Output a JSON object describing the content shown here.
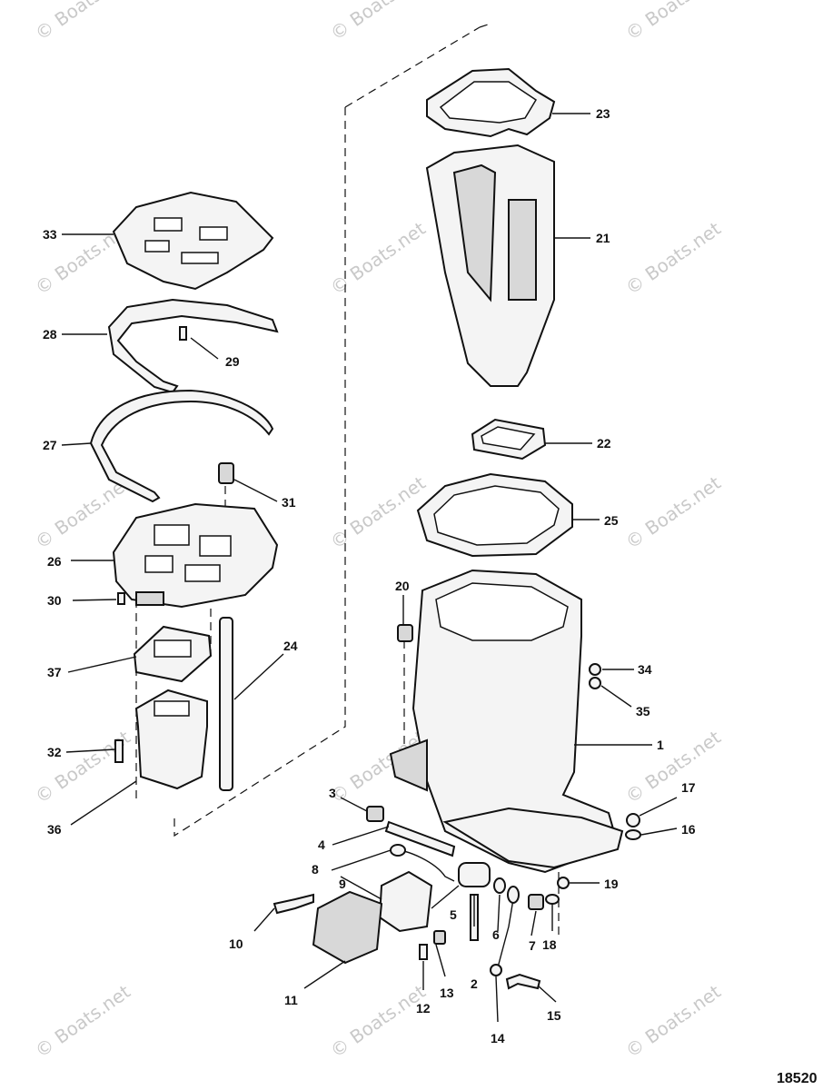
{
  "figure_number": "18520",
  "watermark_text": "© Boats.net",
  "callouts": [
    "1",
    "2",
    "3",
    "4",
    "5",
    "6",
    "7",
    "8",
    "9",
    "10",
    "11",
    "12",
    "13",
    "14",
    "15",
    "16",
    "17",
    "18",
    "19",
    "20",
    "21",
    "22",
    "23",
    "24",
    "25",
    "26",
    "27",
    "28",
    "29",
    "30",
    "31",
    "32",
    "33",
    "34",
    "35",
    "36",
    "37"
  ]
}
